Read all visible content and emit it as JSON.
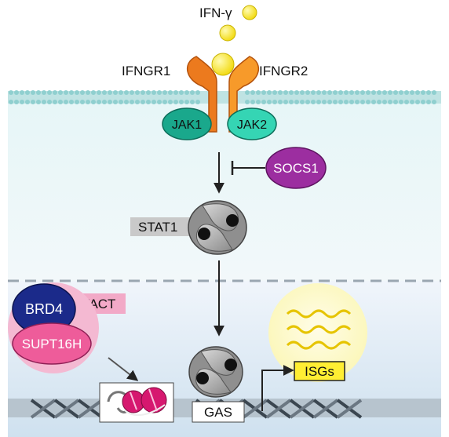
{
  "ligand": {
    "label": "IFN-γ"
  },
  "receptors": {
    "left": "IFNGR1",
    "right": "IFNGR2"
  },
  "kinases": {
    "left": "JAK1",
    "right": "JAK2"
  },
  "inhibitor": {
    "label": "SOCS1"
  },
  "cytoplasm_factor": {
    "label": "STAT1"
  },
  "chromatin": {
    "complex_label": "FACT",
    "reader": "BRD4",
    "chaperone": "SUPT16H",
    "promoter_element": "GAS",
    "output": "ISGs"
  },
  "colors": {
    "ligand": "#f4e21a",
    "receptor": "#f08a1c",
    "jak1": "#1aa88c",
    "jak2": "#35d5b4",
    "socs1": "#9c2ea0",
    "brd4": "#1b2a8a",
    "supt16h": "#ee5c9a",
    "fact_bg": "#f2a9c7",
    "membrane": "#8fcfcf",
    "cytoplasm": "#e8f5f5",
    "nucleus": "#dce9f3",
    "isg_box": "#ffee33",
    "isg_glow": "#fdfbd0"
  }
}
